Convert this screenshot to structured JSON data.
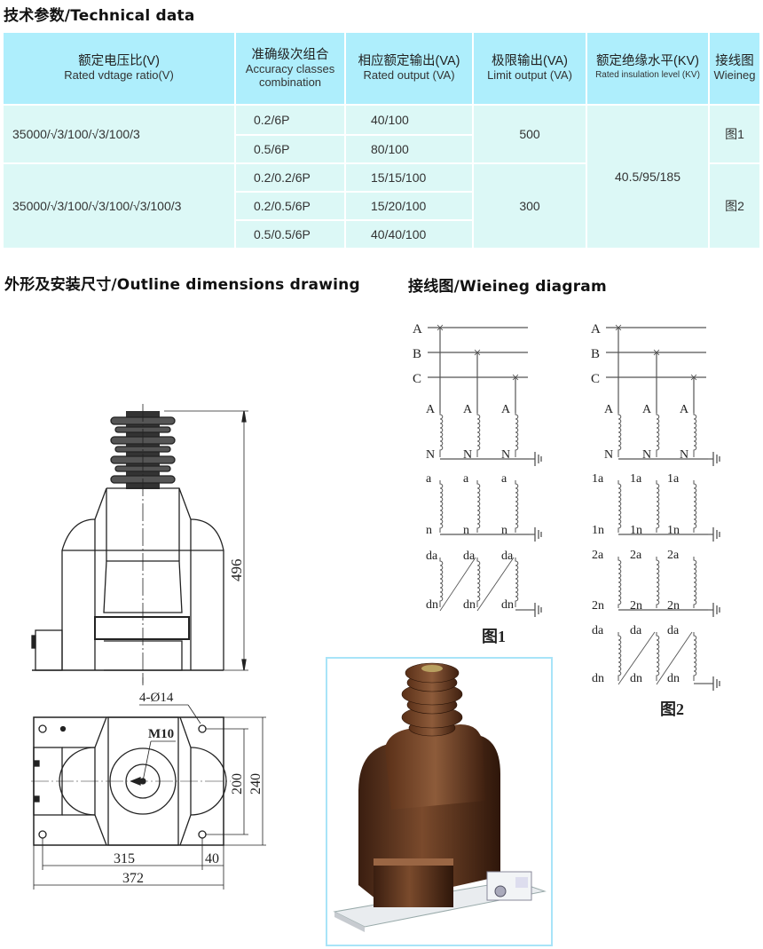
{
  "technical": {
    "title": "技术参数/Technical data",
    "headers": [
      {
        "cn": "额定电压比(V)",
        "en": "Rated vdtage ratio(V)"
      },
      {
        "cn": "准确级次组合",
        "en": "Accuracy classes combination"
      },
      {
        "cn": "相应额定输出(VA)",
        "en": "Rated output (VA)"
      },
      {
        "cn": "极限输出(VA)",
        "en": "Limit output (VA)"
      },
      {
        "cn": "额定绝缘水平(KV)",
        "en": "Rated insulation level (KV)"
      },
      {
        "cn": "接线图",
        "en": "Wieineg"
      }
    ],
    "groups": [
      {
        "ratio": "35000/√3/100/√3/100/3",
        "limit": "500",
        "diagram": "图1",
        "rows": [
          {
            "accuracy": "0.2/6P",
            "output": "40/100"
          },
          {
            "accuracy": "0.5/6P",
            "output": "80/100"
          }
        ]
      },
      {
        "ratio": "35000/√3/100/√3/100/√3/100/3",
        "limit": "300",
        "diagram": "图2",
        "rows": [
          {
            "accuracy": "0.2/0.2/6P",
            "output": "15/15/100"
          },
          {
            "accuracy": "0.2/0.5/6P",
            "output": "15/20/100"
          },
          {
            "accuracy": "0.5/0.5/6P",
            "output": "40/40/100"
          }
        ]
      }
    ],
    "insulation": "40.5/95/185"
  },
  "outline": {
    "title": "外形及安装尺寸/Outline dimensions drawing",
    "height_dim": "496",
    "holes": "4-Ø14",
    "thread": "M10",
    "dim_200": "200",
    "dim_240": "240",
    "dim_315": "315",
    "dim_40": "40",
    "dim_372": "372"
  },
  "wiring": {
    "title": "接线图/Wieineg diagram",
    "bus": [
      "A",
      "B",
      "C"
    ],
    "fig1": {
      "caption": "图1",
      "primary": [
        "A",
        "N"
      ],
      "secondary": [
        "a",
        "n"
      ],
      "residual": [
        "da",
        "dn"
      ]
    },
    "fig2": {
      "caption": "图2",
      "primary": [
        "A",
        "N"
      ],
      "secondary1": [
        "1a",
        "1n"
      ],
      "secondary2": [
        "2a",
        "2n"
      ],
      "residual": [
        "da",
        "dn"
      ]
    }
  }
}
